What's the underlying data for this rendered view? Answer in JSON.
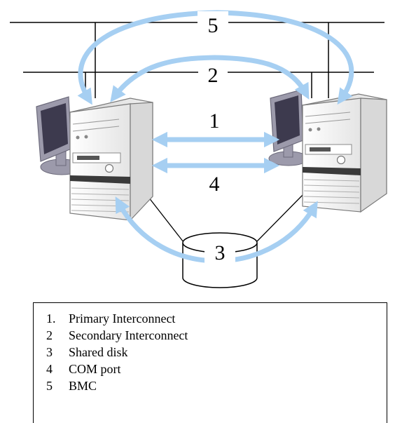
{
  "diagram": {
    "connections": [
      {
        "number": "5",
        "label_text": "5"
      },
      {
        "number": "2",
        "label_text": "2"
      },
      {
        "number": "1",
        "label_text": "1"
      },
      {
        "number": "4",
        "label_text": "4"
      },
      {
        "number": "3",
        "label_text": "3"
      }
    ],
    "colors": {
      "arrow": "#a6cff2",
      "line": "#000000",
      "server_body": "#f2f2f2",
      "server_edge": "#7a7a7a",
      "monitor_screen": "#3d3a4e",
      "monitor_frame": "#9c9aab"
    }
  },
  "legend": {
    "items": [
      {
        "num": "1.",
        "label": "Primary Interconnect"
      },
      {
        "num": "2",
        "label": "Secondary Interconnect"
      },
      {
        "num": "3",
        "label": "Shared disk"
      },
      {
        "num": "4",
        "label": "COM port"
      },
      {
        "num": "5",
        "label": "BMC"
      }
    ]
  }
}
